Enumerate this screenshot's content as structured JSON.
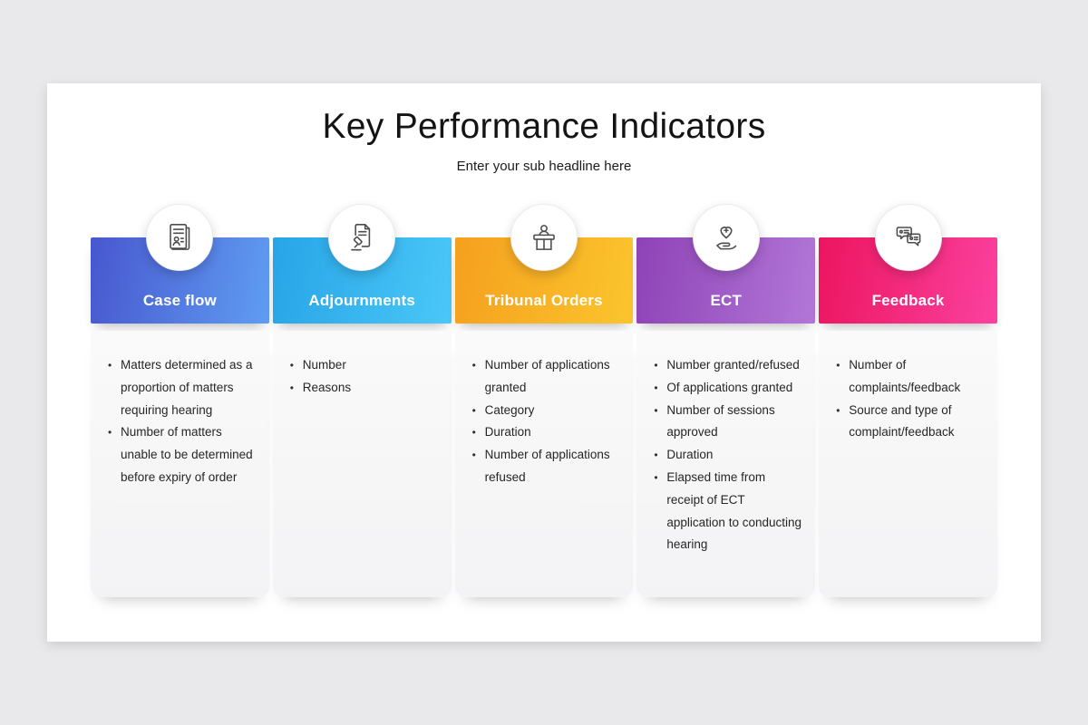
{
  "page": {
    "title": "Key Performance Indicators",
    "subtitle": "Enter your sub headline here"
  },
  "columns": [
    {
      "label": "Case flow",
      "icon": "caseflow-report-icon",
      "gradient": [
        "#4857cf",
        "#5f9df2"
      ],
      "items": [
        "Matters determined as a proportion of matters requiring hearing",
        "Number of matters unable to be determined before expiry of order"
      ]
    },
    {
      "label": "Adjournments",
      "icon": "adjournments-gavel-icon",
      "gradient": [
        "#27a4e6",
        "#4ac8f8"
      ],
      "items": [
        "Number",
        "Reasons"
      ]
    },
    {
      "label": "Tribunal Orders",
      "icon": "tribunal-bench-icon",
      "gradient": [
        "#f5a01e",
        "#fbc52d"
      ],
      "items": [
        "Number of applications granted",
        "Category",
        "Duration",
        "Number of applications refused"
      ]
    },
    {
      "label": "ECT",
      "icon": "ect-care-icon",
      "gradient": [
        "#8e42b6",
        "#b277d8"
      ],
      "items": [
        "Number granted/refused",
        "Of applications granted",
        "Number of sessions approved",
        "Duration",
        "Elapsed time from receipt of ECT application to conducting hearing"
      ]
    },
    {
      "label": "Feedback",
      "icon": "feedback-bubbles-icon",
      "gradient": [
        "#ec155f",
        "#fb419f"
      ],
      "items": [
        "Number of complaints/feedback",
        "Source and type of complaint/feedback"
      ]
    }
  ]
}
